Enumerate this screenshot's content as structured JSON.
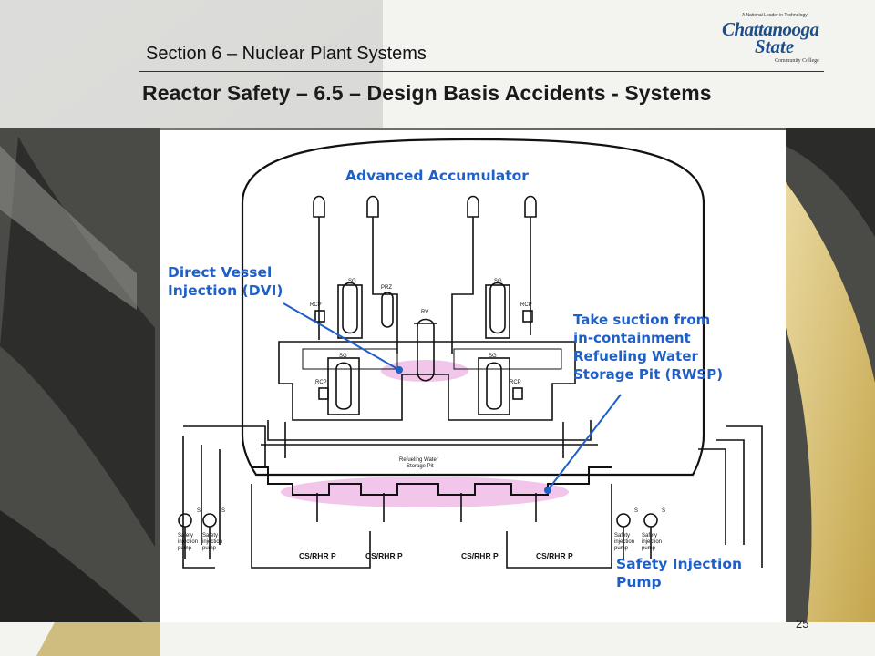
{
  "header": {
    "section_title": "Section 6 – Nuclear Plant Systems",
    "slide_title": "Reactor Safety – 6.5 – Design Basis Accidents - Systems"
  },
  "logo": {
    "tagline": "A National Leader in Technology",
    "word1": "Chattanooga",
    "word2": "State",
    "word3": "Community College"
  },
  "page_number": "25",
  "diagram": {
    "callouts": {
      "advanced_accumulator": "Advanced Accumulator",
      "dvi_line1": "Direct Vessel",
      "dvi_line2": "Injection (DVI)",
      "suction_line1": "Take suction from",
      "suction_line2": "in-containment",
      "suction_line3": "Refueling Water",
      "suction_line4": "Storage Pit (RWSP)",
      "sip_line1": "Safety Injection",
      "sip_line2": "Pump"
    },
    "component_labels": {
      "rcp": "RCP",
      "sg": "SG",
      "prz": "PRZ",
      "rv": "RV",
      "rwsp_line1": "Refueling Water",
      "rwsp_line2": "Storage Pit",
      "cs_rhr_p": "CS/RHR P",
      "s": "S",
      "safety": "Safety",
      "injection": "injection",
      "pump": "pump"
    },
    "colors": {
      "callout": "#1e5fc8",
      "highlight": "#f1c6ea",
      "line": "#111111"
    }
  }
}
